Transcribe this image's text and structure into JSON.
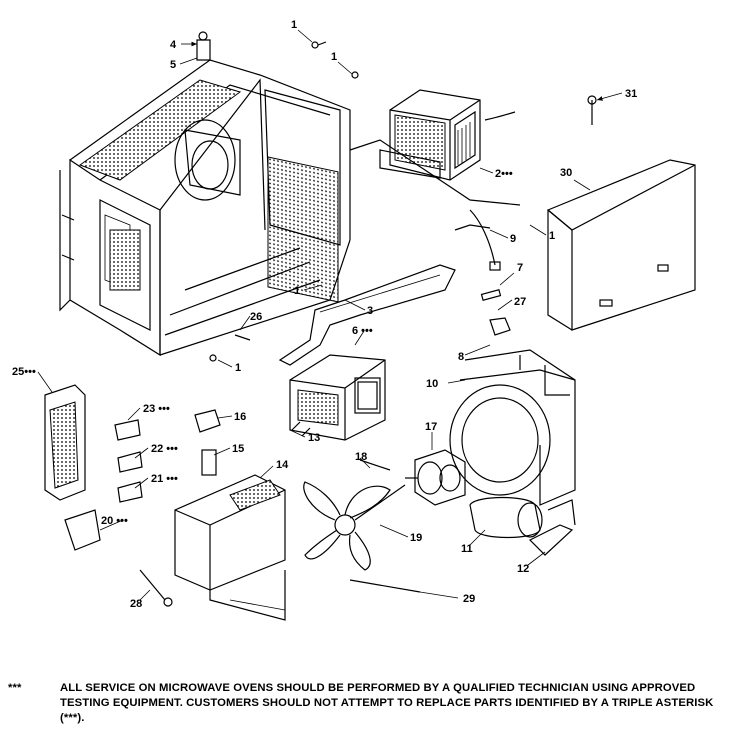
{
  "diagram": {
    "callouts": [
      {
        "id": "c1a",
        "text": "1"
      },
      {
        "id": "c1b",
        "text": "1"
      },
      {
        "id": "c4",
        "text": "4"
      },
      {
        "id": "c5",
        "text": "5"
      },
      {
        "id": "c31",
        "text": "31"
      },
      {
        "id": "c2",
        "text": "2•••"
      },
      {
        "id": "c30",
        "text": "30"
      },
      {
        "id": "c9",
        "text": "9"
      },
      {
        "id": "c1c",
        "text": "1"
      },
      {
        "id": "c7",
        "text": "7"
      },
      {
        "id": "c27",
        "text": "27"
      },
      {
        "id": "c1d",
        "text": "1"
      },
      {
        "id": "c3",
        "text": "3"
      },
      {
        "id": "c6",
        "text": "6 •••"
      },
      {
        "id": "c26",
        "text": "26"
      },
      {
        "id": "c1e",
        "text": "1"
      },
      {
        "id": "c8",
        "text": "8"
      },
      {
        "id": "c10",
        "text": "10"
      },
      {
        "id": "c25",
        "text": "25•••"
      },
      {
        "id": "c23",
        "text": "23 •••"
      },
      {
        "id": "c16",
        "text": "16"
      },
      {
        "id": "c13",
        "text": "13"
      },
      {
        "id": "c17",
        "text": "17"
      },
      {
        "id": "c22",
        "text": "22 •••"
      },
      {
        "id": "c15",
        "text": "15"
      },
      {
        "id": "c21",
        "text": "21 •••"
      },
      {
        "id": "c14",
        "text": "14"
      },
      {
        "id": "c18",
        "text": "18"
      },
      {
        "id": "c20",
        "text": "20 •••"
      },
      {
        "id": "c19",
        "text": "19"
      },
      {
        "id": "c11",
        "text": "11"
      },
      {
        "id": "c12",
        "text": "12"
      },
      {
        "id": "c28",
        "text": "28"
      },
      {
        "id": "c29",
        "text": "29"
      }
    ]
  },
  "footnote": {
    "mark": "***",
    "text": "ALL SERVICE ON MICROWAVE OVENS SHOULD BE PERFORMED BY A  QUALIFIED TECHNICIAN USING APPROVED TESTING EQUIPMENT.  CUSTOMERS SHOULD NOT ATTEMPT TO REPLACE PARTS IDENTIFIED BY A TRIPLE ASTERISK (***)."
  }
}
